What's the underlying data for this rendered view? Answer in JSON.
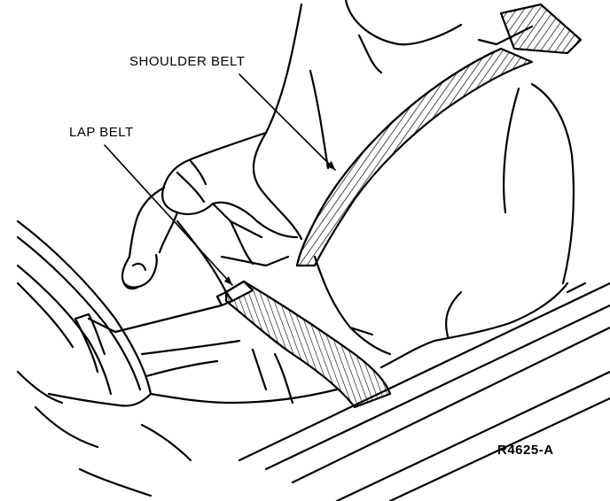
{
  "labels": {
    "shoulder_belt": "SHOULDER BELT",
    "lap_belt": "LAP BELT",
    "figure_code": "R4625-A"
  },
  "colors": {
    "ink": "#000000",
    "paper": "#ffffff"
  }
}
